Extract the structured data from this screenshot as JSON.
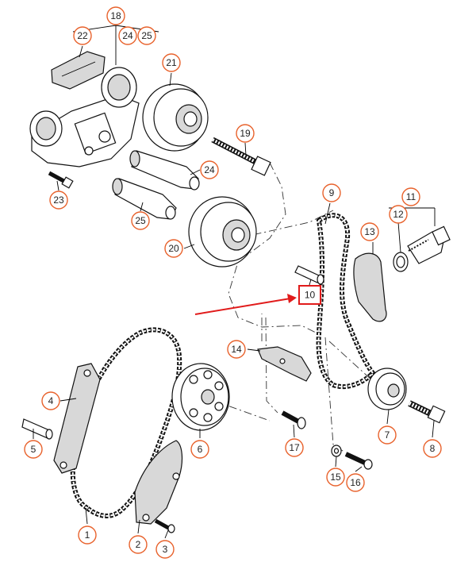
{
  "callouts": [
    {
      "id": "c1",
      "label": "1"
    },
    {
      "id": "c2",
      "label": "2"
    },
    {
      "id": "c3",
      "label": "3"
    },
    {
      "id": "c4",
      "label": "4"
    },
    {
      "id": "c5",
      "label": "5"
    },
    {
      "id": "c6",
      "label": "6"
    },
    {
      "id": "c7",
      "label": "7"
    },
    {
      "id": "c8",
      "label": "8"
    },
    {
      "id": "c9",
      "label": "9"
    },
    {
      "id": "c10",
      "label": "10"
    },
    {
      "id": "c11",
      "label": "11"
    },
    {
      "id": "c12",
      "label": "12"
    },
    {
      "id": "c13",
      "label": "13"
    },
    {
      "id": "c14",
      "label": "14"
    },
    {
      "id": "c15",
      "label": "15"
    },
    {
      "id": "c16",
      "label": "16"
    },
    {
      "id": "c17",
      "label": "17"
    },
    {
      "id": "c18",
      "label": "18"
    },
    {
      "id": "c19",
      "label": "19"
    },
    {
      "id": "c20",
      "label": "20"
    },
    {
      "id": "c21",
      "label": "21"
    },
    {
      "id": "c22",
      "label": "22"
    },
    {
      "id": "c23",
      "label": "23"
    },
    {
      "id": "c24a",
      "label": "24"
    },
    {
      "id": "c24b",
      "label": "24"
    },
    {
      "id": "c25a",
      "label": "25"
    },
    {
      "id": "c25b",
      "label": "25"
    }
  ],
  "highlight": {
    "label": "10",
    "arrow_color": "#e11b1b"
  },
  "colors": {
    "callout_stroke": "#e8622c",
    "highlight": "#e11b1b",
    "line": "#111111"
  }
}
